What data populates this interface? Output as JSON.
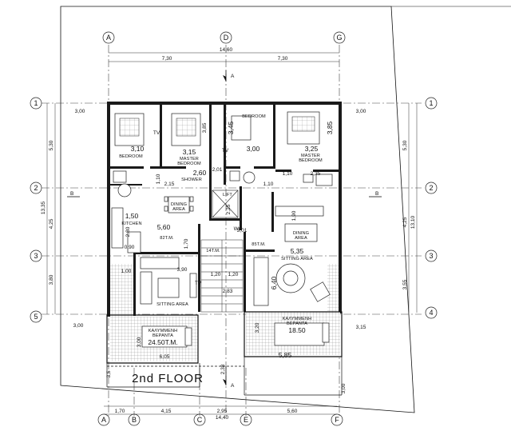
{
  "plan": {
    "title": "2nd FLOOR",
    "axes_top": [
      "A",
      "D",
      "G"
    ],
    "axes_bottom": [
      "A",
      "B",
      "C",
      "E",
      "F"
    ],
    "axes_left": [
      "1",
      "2",
      "3",
      "5"
    ],
    "axes_right": [
      "1",
      "2",
      "3",
      "4"
    ],
    "section_marks": [
      "A",
      "A",
      "B",
      "B"
    ],
    "dimensions": {
      "top_total": "14,60",
      "top_left": "7,30",
      "top_right": "7,30",
      "bottom_total": "14,40",
      "bottom_1": "1,70",
      "bottom_2": "4,15",
      "bottom_3": "2,95",
      "bottom_4": "5,60",
      "left_total": "13,35",
      "left_1": "5,30",
      "left_2": "4,25",
      "left_3": "3,80",
      "right_total": "13,10",
      "right_1": "5,30",
      "right_2": "4,25",
      "right_3": "3,55",
      "left_offset": "3,00",
      "right_offset": "3,00",
      "left_balcony": "3,00",
      "right_balcony": "3,15",
      "lower_left": "3,5",
      "lower_mid": "2,38",
      "lower_right": "3,00"
    },
    "rooms": [
      {
        "id": "bedroom-1",
        "label": "BEDROOM",
        "size": "3,10"
      },
      {
        "id": "master-bedroom-1",
        "label": "MASTER\nBEDROOM",
        "size": "3,15"
      },
      {
        "id": "bedroom-2",
        "label": "BEDROOM",
        "size": "3,00"
      },
      {
        "id": "master-bedroom-2",
        "label": "MASTER\nBEDROOM",
        "size": "3,25"
      },
      {
        "id": "shower",
        "label": "SHOWER",
        "size": "2,60"
      },
      {
        "id": "kitchen",
        "label": "KITCHEN",
        "size": "1,50"
      },
      {
        "id": "dining-1",
        "label": "DINING\nAREA",
        "size": ""
      },
      {
        "id": "dining-2",
        "label": "DINING\nAREA",
        "size": ""
      },
      {
        "id": "sitting-1",
        "label": "SITTING AREA",
        "size": ""
      },
      {
        "id": "sitting-2",
        "label": "SITTING AREA",
        "size": "5,35"
      },
      {
        "id": "lift",
        "label": "LIFT",
        "size": ""
      },
      {
        "id": "veranda-1",
        "label": "ΚΑΛΥΜΜΕΝΗ\nΒΕΡΑΝΤΑ",
        "size": "24.50Τ.Μ."
      },
      {
        "id": "veranda-2",
        "label": "ΚΑΛΥΜΜΕΝΗ\nΒΕΡΑΝΤΑ",
        "size": "18.50"
      }
    ],
    "areas": {
      "flat_1": "82Τ.Μ.",
      "flat_2": "85Τ.Μ.",
      "stair": "14Τ.Μ."
    },
    "misc_dims": {
      "kitchen_w": "5,60",
      "d_2_80": "2,80",
      "d_0_90": "0,90",
      "d_1_00": "1,00",
      "d_3_90": "3,90",
      "d_1_20a": "1,20",
      "d_1_20b": "1,20",
      "d_2_15": "2,15",
      "d_1_10a": "1,10",
      "d_1_10b": "1,10",
      "d_1_10c": "1,10",
      "d_2_35": "2,35",
      "d_3_45": "3,45",
      "d_3_85a": "3,85",
      "d_3_85b": "3,85",
      "d_6_40": "6,40",
      "d_3_20a": "3,20",
      "d_3_20b": "3,00",
      "d_6_05": "6,05",
      "d_5_85": "5,85",
      "d_2_83": "2,83",
      "d_1_90": "1,90",
      "d_1_70": "1,70",
      "d_2_25": "2,25",
      "tv1": "TV",
      "tv2": "TV",
      "tv3": "TV",
      "wc": "WC",
      "d_2_01": "2,01",
      "d_3_01": "3,01"
    }
  }
}
